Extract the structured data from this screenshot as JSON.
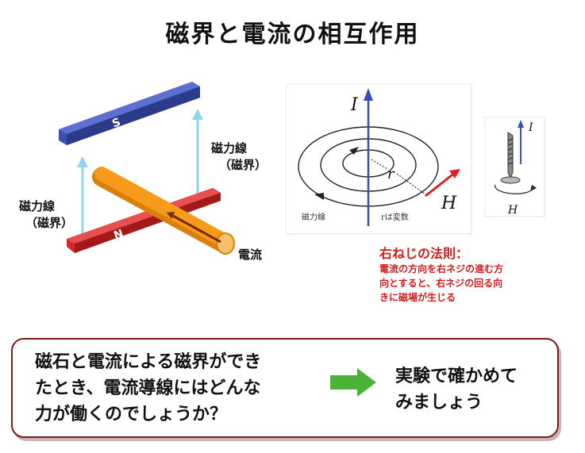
{
  "title": "磁界と電流の相互作用",
  "magnet": {
    "s_label": "S",
    "n_label": "N",
    "field_label_right": "磁力線",
    "field_label_right_sub": "（磁界）",
    "field_label_left": "磁力線",
    "field_label_left_sub": "（磁界）",
    "current_label": "電流"
  },
  "field_figure": {
    "current_symbol": "I",
    "radius_symbol": "r",
    "field_symbol": "H",
    "field_line_caption": "磁力線",
    "radius_caption": "rは変数"
  },
  "screw_figure": {
    "current_symbol": "I",
    "field_symbol": "H"
  },
  "rule": {
    "title": "右ねじの法則：",
    "line1": "電流の方向を右ネジの進む方",
    "line2": "向とすると、右ネジの回る向",
    "line3": "きに磁場が生じる"
  },
  "bottom": {
    "question_line1": "磁石と電流による磁界ができ",
    "question_line2": "たとき、電流導線にはどんな",
    "question_line3": "力が働くのでしょうか？",
    "answer_line1": "実験で確かめて",
    "answer_line2": "みましょう"
  },
  "colors": {
    "s_pole": "#3d4fb0",
    "n_pole": "#d42a2a",
    "conductor": "#f59a1b",
    "field_arrow": "#8fd3f0",
    "rule_text": "#d31b1b",
    "bottom_arrow": "#4cb23a",
    "box_border": "#7d1a1a"
  }
}
